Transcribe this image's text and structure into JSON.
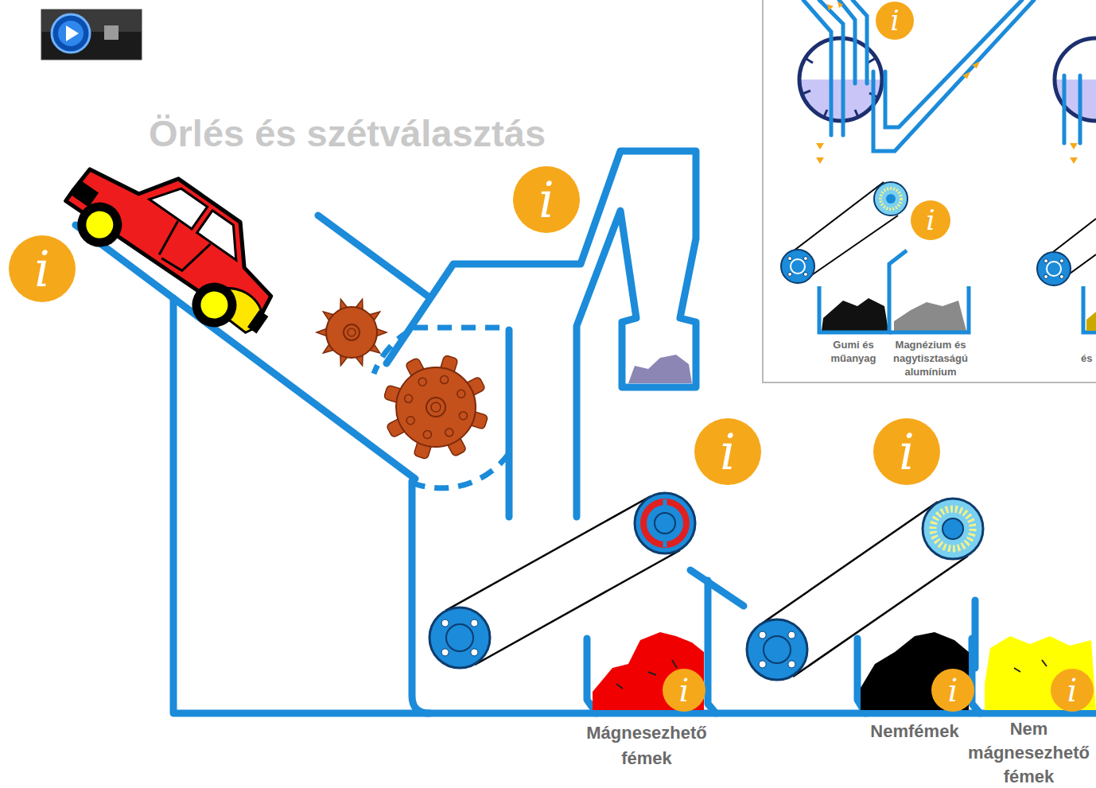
{
  "diagram": {
    "title": "Örlés és szétválasztás",
    "nodes": [
      {
        "text": [
          "Gumi és műanyag"
        ]
      },
      {
        "text": [
          "Magnézium és nagytisztaságú alumínium"
        ]
      },
      {
        "text": [
          "Mágnesezhető fémek"
        ]
      },
      {
        "text": [
          "Nemfémek"
        ]
      },
      {
        "text": [
          "Nem mágnesezhető fémek"
        ]
      }
    ],
    "labels": [
      "i",
      "i",
      "i",
      "i",
      "i",
      "i",
      "i",
      "i",
      "i",
      "és"
    ]
  }
}
